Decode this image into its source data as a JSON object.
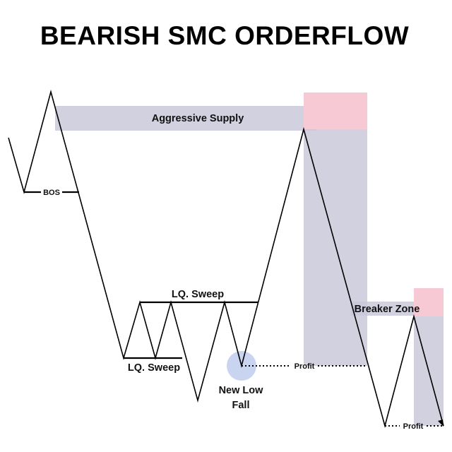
{
  "title": "BEARISH SMC ORDERFLOW",
  "labels": {
    "aggressive_supply": "Aggressive Supply",
    "bos": "BOS",
    "lq_sweep_upper": "LQ. Sweep",
    "lq_sweep_lower": "LQ. Sweep",
    "new_low_line1": "New Low",
    "new_low_line2": "Fall",
    "profit_1": "Profit",
    "profit_2": "Profit",
    "breaker_zone": "Breaker Zone"
  },
  "colors": {
    "zone_gray": "#c9c9da",
    "zone_pink": "#f8c8d4",
    "marker_blue": "#c5d2ef",
    "line": "#000000"
  }
}
